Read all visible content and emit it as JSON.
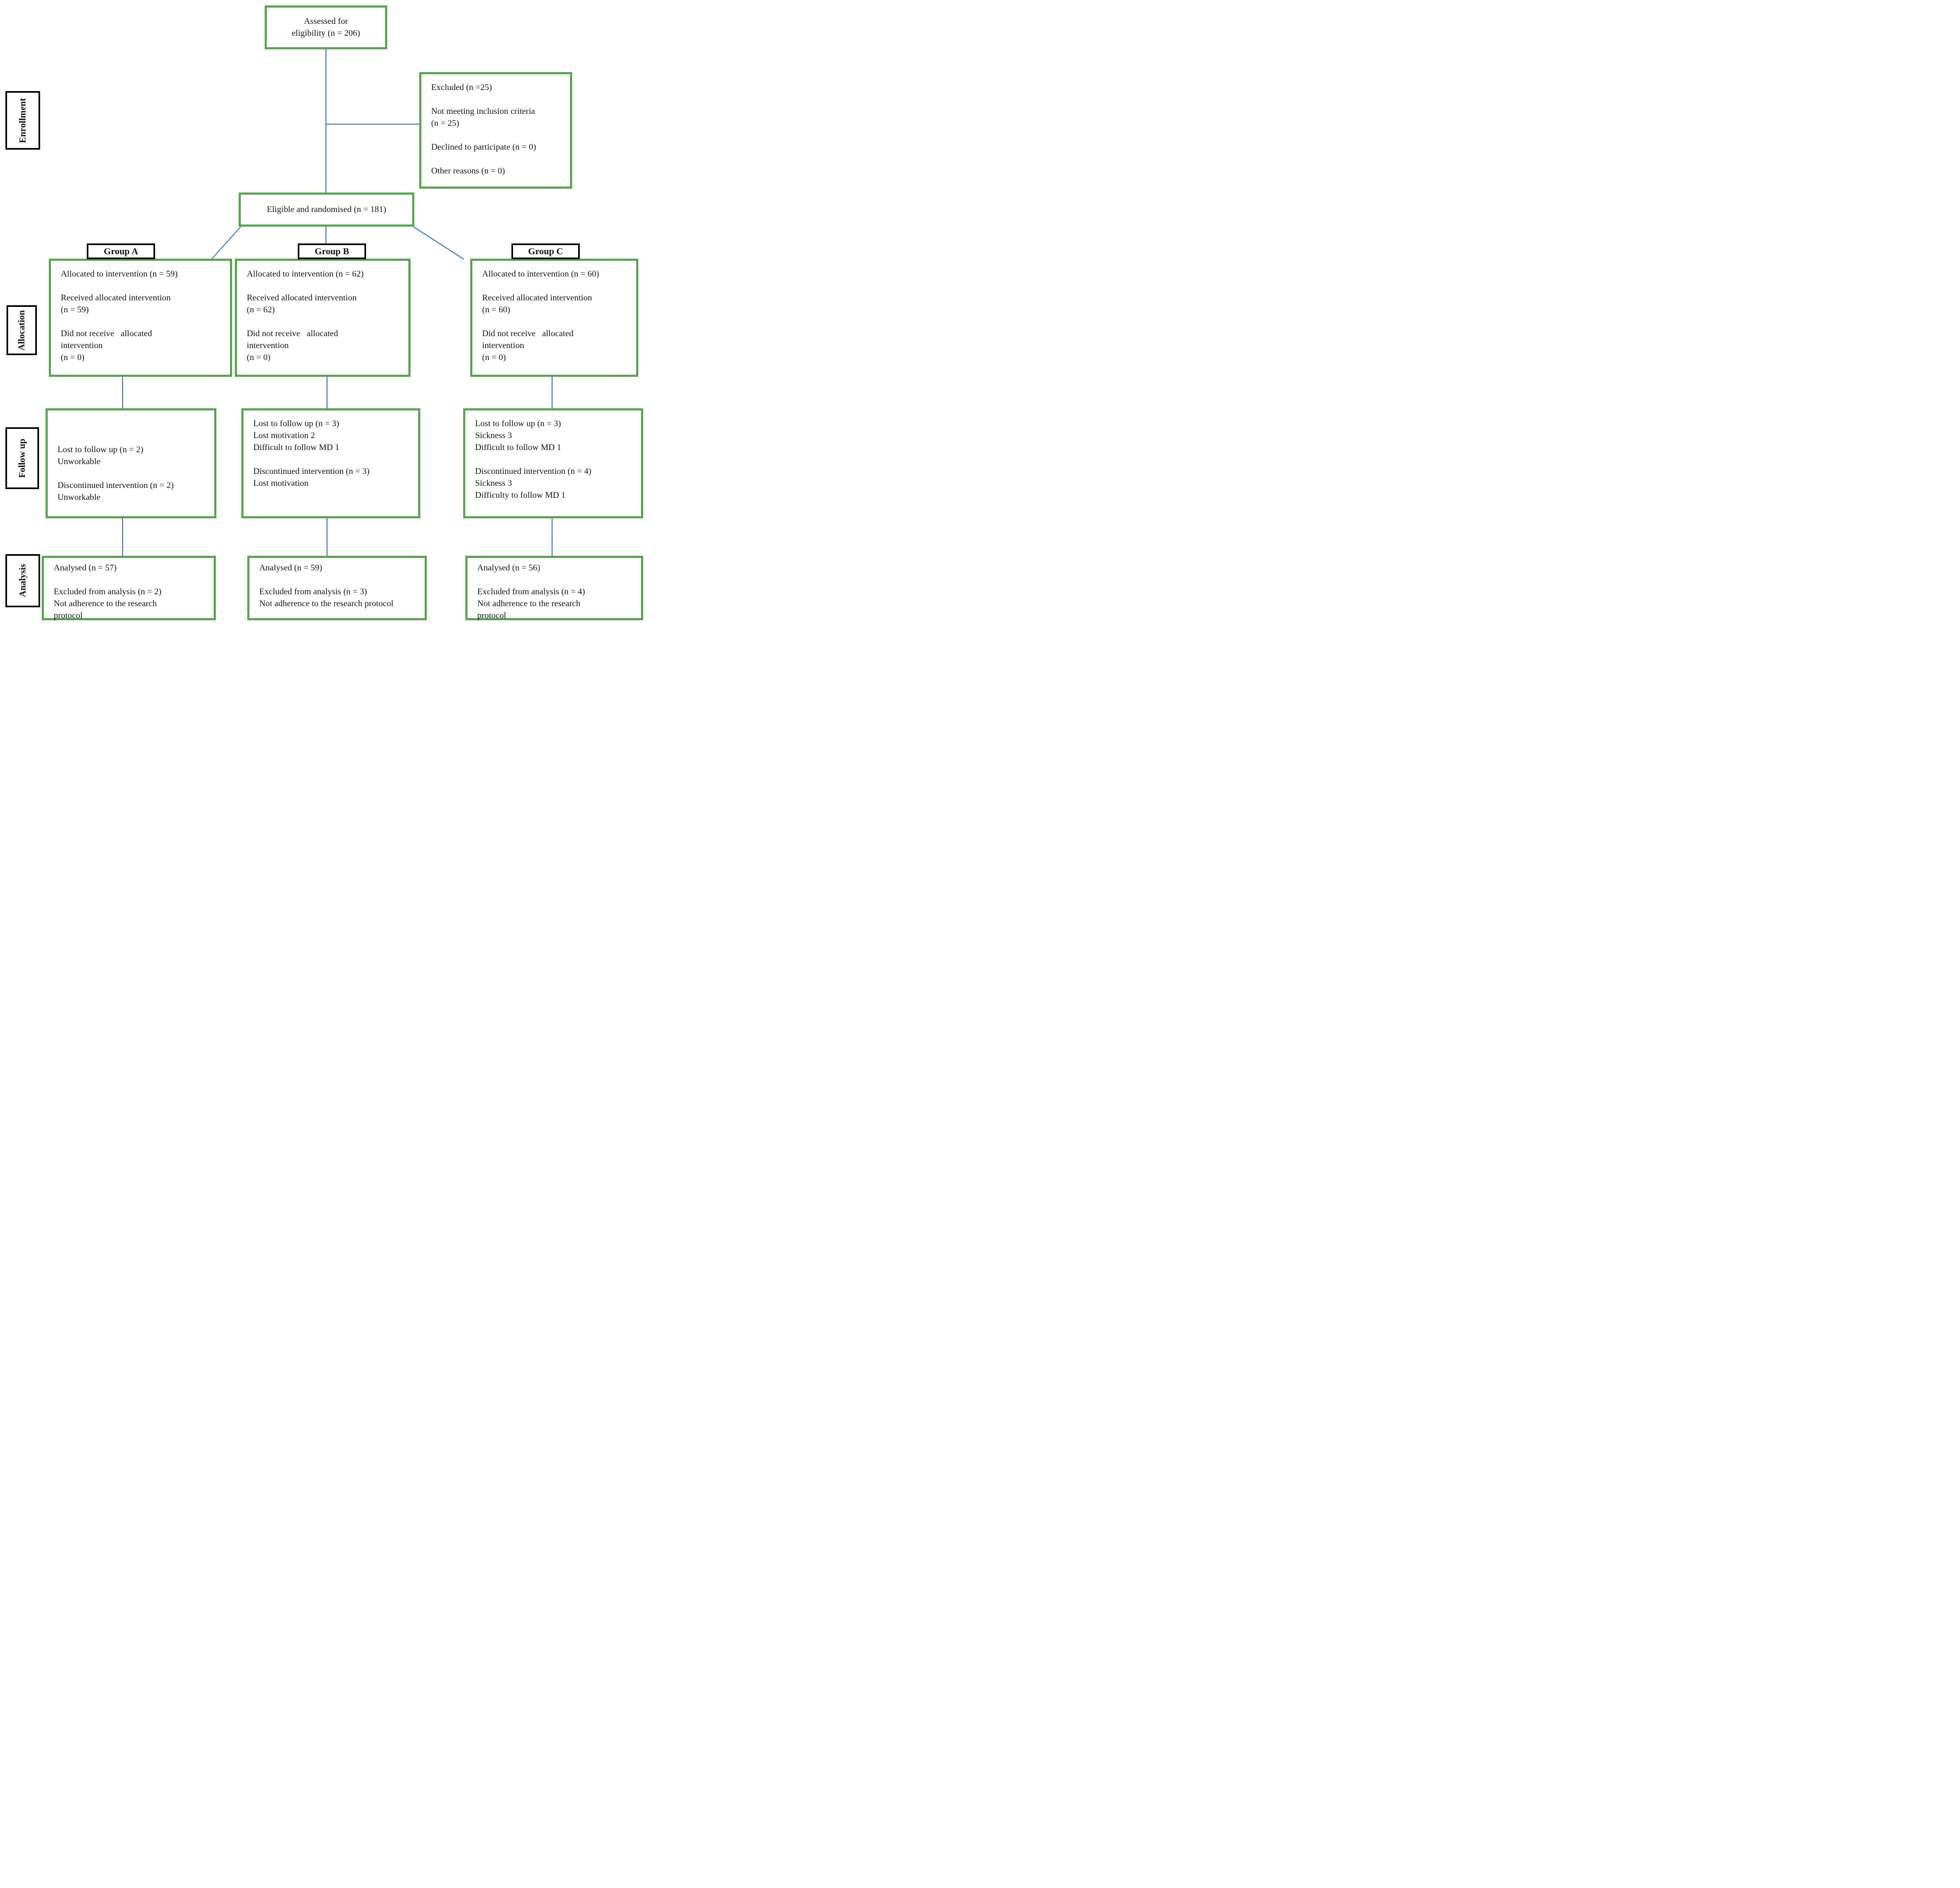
{
  "colors": {
    "box_border_green": "#5aa551",
    "connector_blue": "#4f81bd",
    "label_border_black": "#000000",
    "text": "#111111"
  },
  "top_box": {
    "lines": [
      "Assessed for",
      "eligibility (n = 206)"
    ]
  },
  "excluded_box": {
    "lines": [
      "Excluded (n =25)",
      "",
      "Not meeting inclusion criteria",
      "(n = 25)",
      "",
      "Declined to participate (n = 0)",
      "",
      "Other reasons (n = 0)"
    ]
  },
  "eligible_box": {
    "text": "Eligible and randomised (n = 181)"
  },
  "stage_labels": {
    "enrollment": "Enrollment",
    "allocation": "Allocation",
    "follow_up": "Follow up",
    "analysis": "Analysis"
  },
  "groups": [
    {
      "name": "Group A",
      "allocation_lines": [
        "Allocated to intervention (n = 59)",
        "",
        "Received allocated intervention",
        "(n = 59)",
        "",
        "Did not receive   allocated",
        "intervention",
        "(n = 0)"
      ],
      "follow_up_lines": [
        "Lost to follow up (n = 2)",
        "Unworkable",
        "",
        "Discontinued intervention (n = 2)",
        "Unworkable"
      ],
      "analysis_lines": [
        "Analysed (n = 57)",
        "",
        "Excluded from analysis (n = 2)",
        "Not adherence to the research",
        "protocol"
      ]
    },
    {
      "name": "Group B",
      "allocation_lines": [
        "Allocated to intervention (n = 62)",
        "",
        "Received allocated intervention",
        "(n = 62)",
        "",
        "Did not receive   allocated",
        "intervention",
        "(n = 0)"
      ],
      "follow_up_lines": [
        "Lost to follow up (n = 3)",
        "Lost motivation 2",
        "Difficult to follow MD 1",
        "",
        "Discontinued intervention (n = 3)",
        "Lost motivation"
      ],
      "analysis_lines": [
        "Analysed (n = 59)",
        "",
        "Excluded from analysis (n = 3)",
        "Not adherence to the research protocol"
      ]
    },
    {
      "name": "Group C",
      "allocation_lines": [
        "Allocated to intervention (n = 60)",
        "",
        "Received allocated intervention",
        "(n = 60)",
        "",
        "Did not receive   allocated",
        "intervention",
        "(n = 0)"
      ],
      "follow_up_lines": [
        "Lost to follow up (n = 3)",
        "Sickness 3",
        "Difficult to follow MD 1",
        "",
        "Discontinued intervention (n = 4)",
        "Sickness 3",
        "Difficulty to follow MD 1"
      ],
      "analysis_lines": [
        "Analysed (n = 56)",
        "",
        "Excluded from analysis (n = 4)",
        "Not adherence to the research",
        "protocol"
      ]
    }
  ]
}
